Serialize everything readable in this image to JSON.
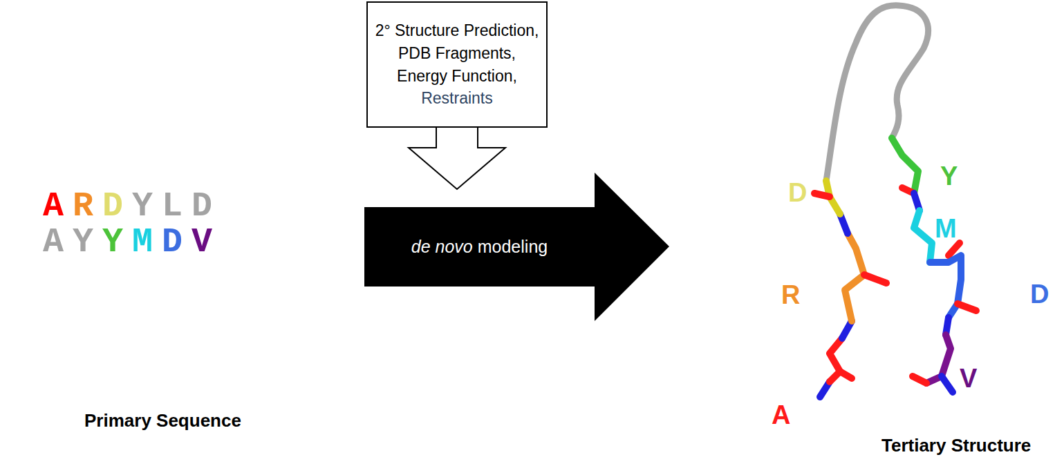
{
  "diagram": {
    "nodes": [
      {
        "text": [
          "2° Structure Prediction,",
          "PDB Fragments,",
          "Energy Function,",
          "Restraints"
        ]
      },
      {
        "text": [
          "de novo modeling"
        ]
      }
    ],
    "edges": [
      {
        "from": 0,
        "to": 1,
        "arrow": "to"
      }
    ],
    "labels": [
      "ARDYLD",
      "AYYMDV",
      "Primary Sequence",
      "D",
      "R",
      "A",
      "Y",
      "M",
      "D",
      "V",
      "Tertiary Structure"
    ]
  }
}
